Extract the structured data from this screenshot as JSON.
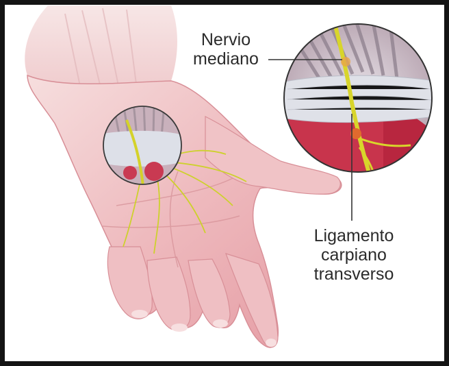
{
  "labels": {
    "median_nerve": [
      "Nervio",
      "mediano"
    ],
    "ligament": [
      "Ligamento",
      "carpiano",
      "transverso"
    ]
  },
  "colors": {
    "skin": "#f2c8c8",
    "skin_shadow": "#d98b92",
    "muscle": "#c92f4a",
    "nerve": "#d4d22a",
    "ligament": "#dcdfe6",
    "frame": "#141414",
    "text": "#2b2b2b"
  },
  "icons": [
    "hand-illustration",
    "median-nerve",
    "transverse-ligament",
    "magnified-inset"
  ]
}
